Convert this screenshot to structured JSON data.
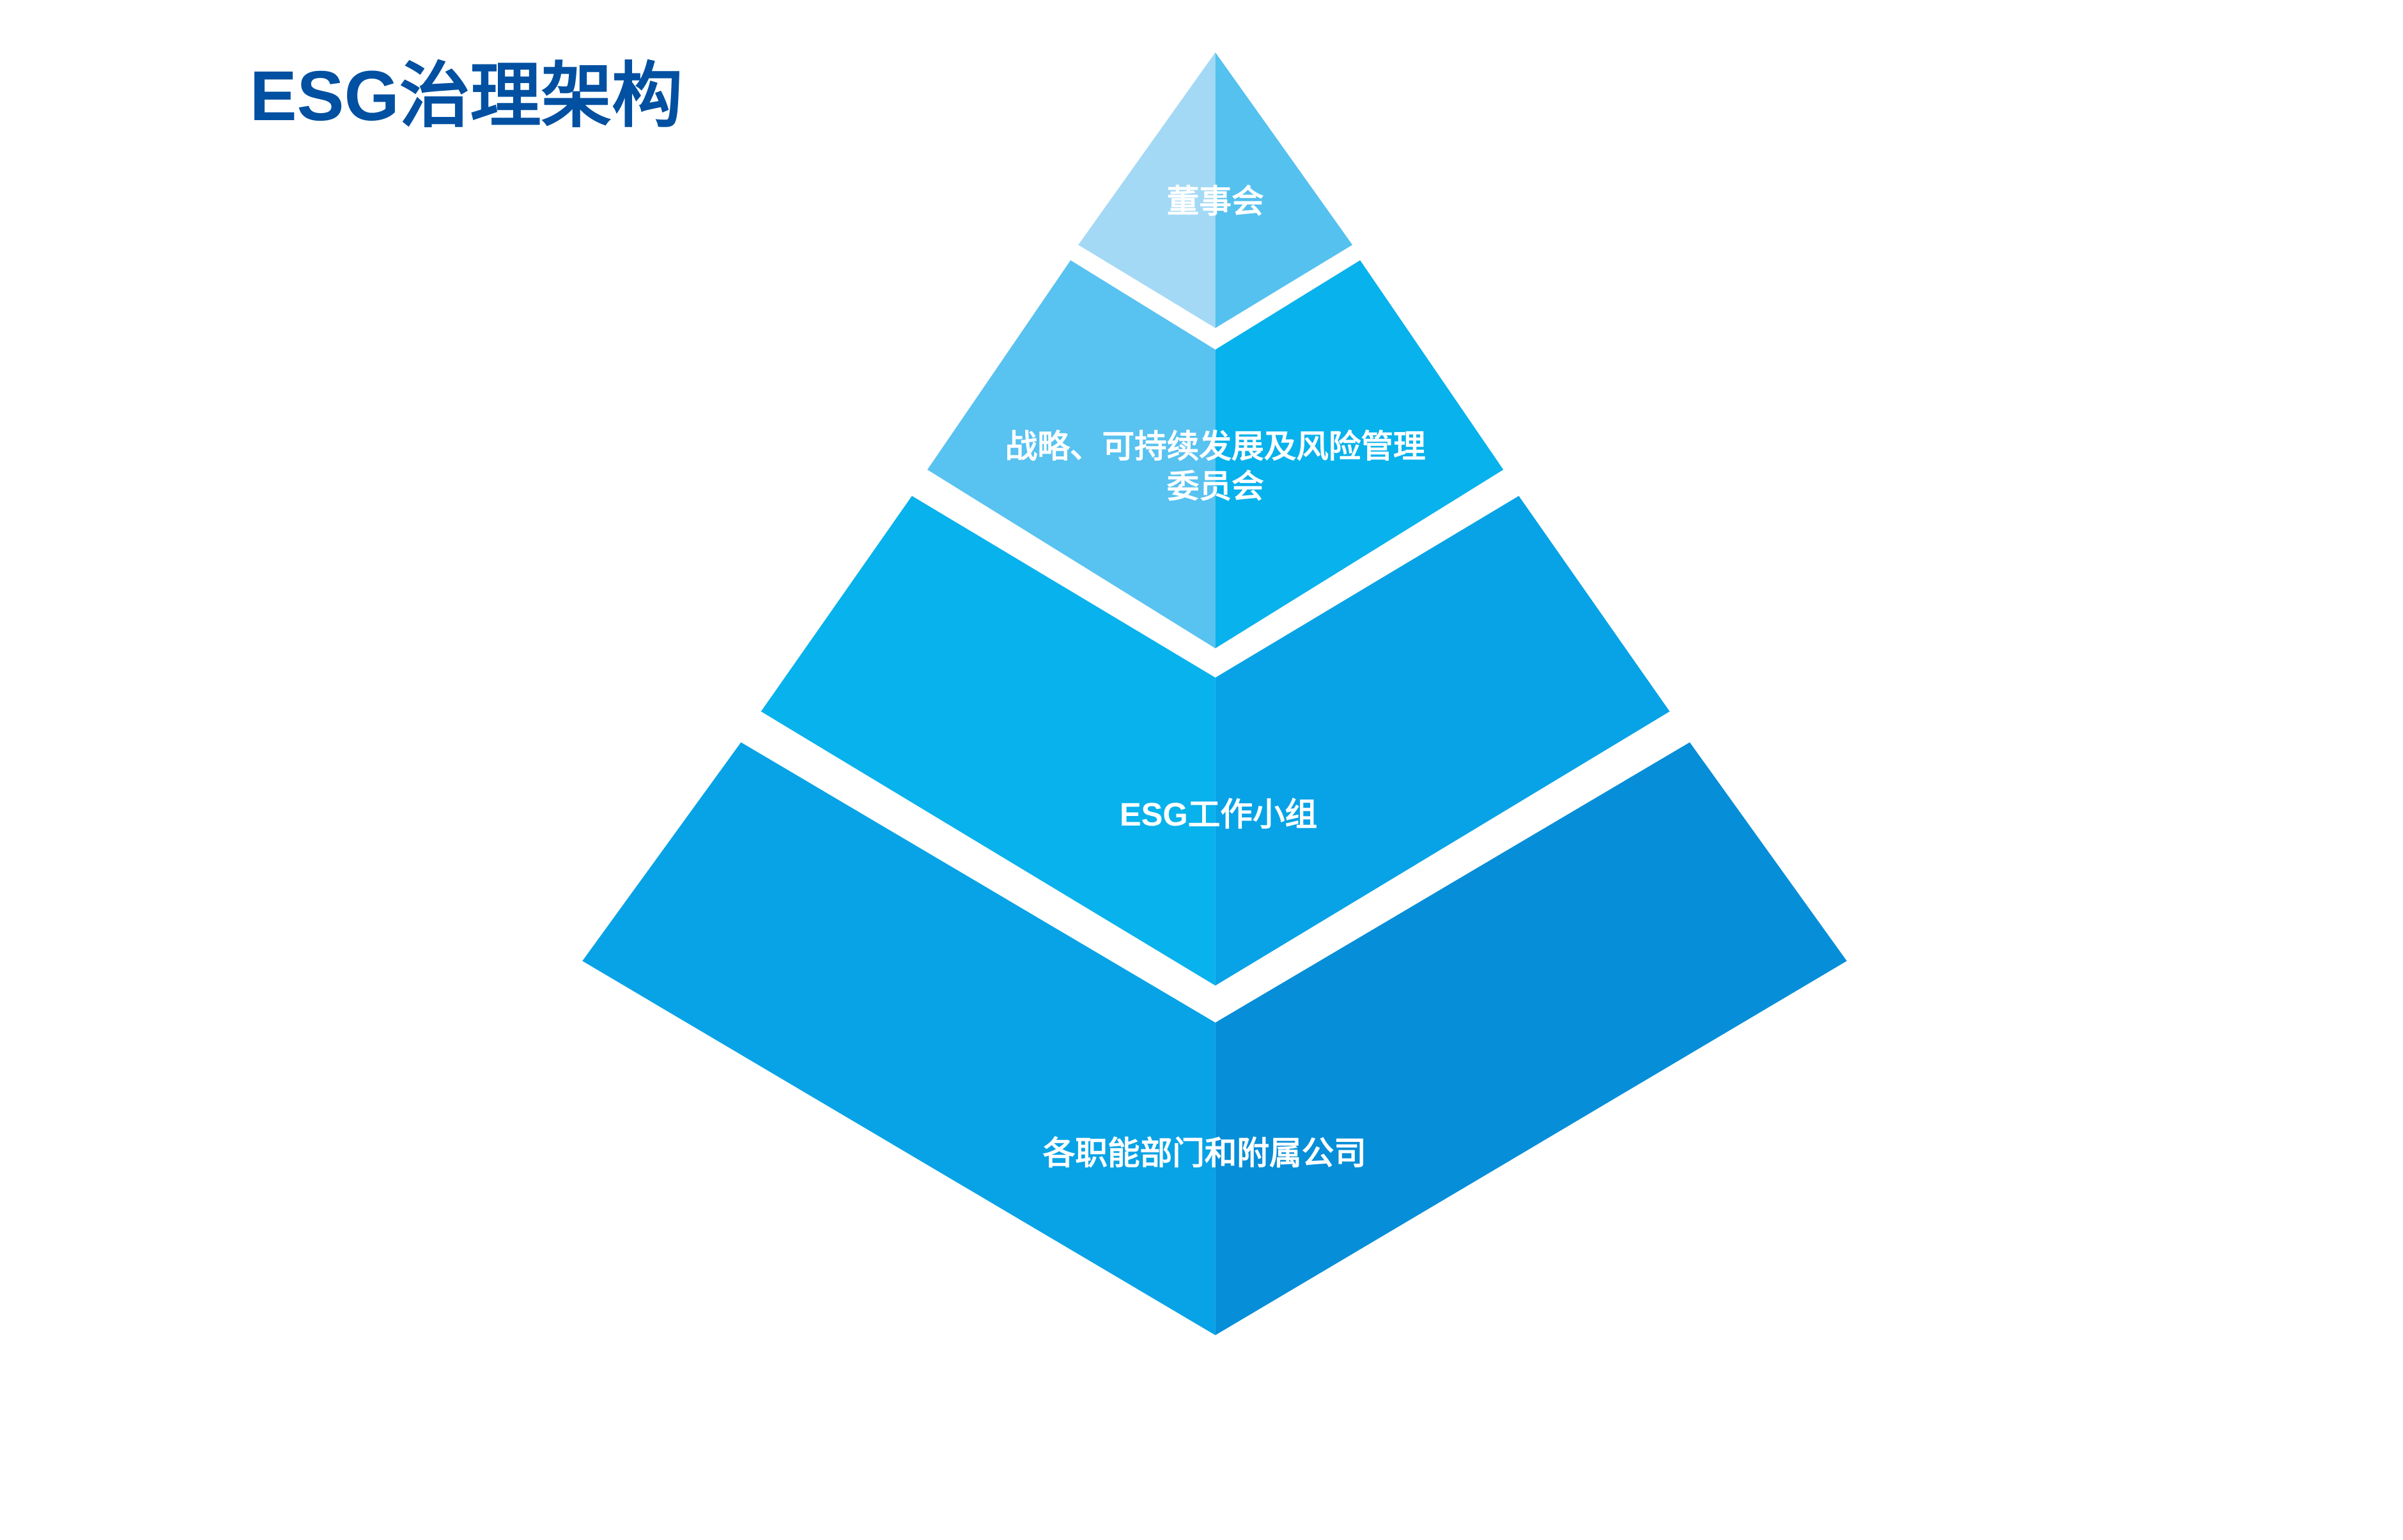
{
  "title": "ESG治理架构",
  "tiers": [
    {
      "label_lines": [
        "董事会"
      ],
      "colors": [
        "#a3d9f5",
        "#55c1ef"
      ]
    },
    {
      "label_lines": [
        "战略、可持续发展及风险管理",
        "委员会"
      ],
      "colors": [
        "#58c2f0",
        "#08b2ec"
      ]
    },
    {
      "label_lines": [
        "ESG工作小组"
      ],
      "colors": [
        "#08b2ec",
        "#08a3e6"
      ]
    },
    {
      "label_lines": [
        "各职能部门和附属公司"
      ],
      "colors": [
        "#08a3e6",
        "#068ed8"
      ]
    }
  ],
  "title_color": "#0150a1"
}
